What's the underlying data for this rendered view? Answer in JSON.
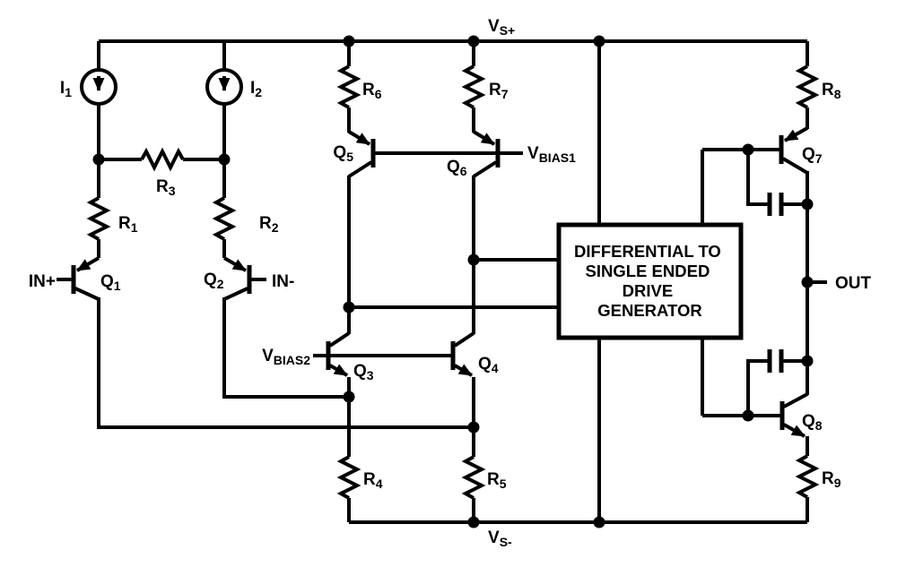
{
  "schematic": {
    "background": "#ffffff",
    "line_color": "#000000",
    "description": "Bipolar differential amplifier schematic"
  },
  "rails": {
    "vs_plus": {
      "main": "V",
      "sub": "S+"
    },
    "vs_minus": {
      "main": "V",
      "sub": "S-"
    }
  },
  "sources": {
    "i1": {
      "main": "I",
      "sub": "1"
    },
    "i2": {
      "main": "I",
      "sub": "2"
    }
  },
  "resistors": {
    "r1": {
      "main": "R",
      "sub": "1"
    },
    "r2": {
      "main": "R",
      "sub": "2"
    },
    "r3": {
      "main": "R",
      "sub": "3"
    },
    "r4": {
      "main": "R",
      "sub": "4"
    },
    "r5": {
      "main": "R",
      "sub": "5"
    },
    "r6": {
      "main": "R",
      "sub": "6"
    },
    "r7": {
      "main": "R",
      "sub": "7"
    },
    "r8": {
      "main": "R",
      "sub": "8"
    },
    "r9": {
      "main": "R",
      "sub": "9"
    }
  },
  "transistors": {
    "q1": {
      "main": "Q",
      "sub": "1"
    },
    "q2": {
      "main": "Q",
      "sub": "2"
    },
    "q3": {
      "main": "Q",
      "sub": "3"
    },
    "q4": {
      "main": "Q",
      "sub": "4"
    },
    "q5": {
      "main": "Q",
      "sub": "5"
    },
    "q6": {
      "main": "Q",
      "sub": "6"
    },
    "q7": {
      "main": "Q",
      "sub": "7"
    },
    "q8": {
      "main": "Q",
      "sub": "8"
    }
  },
  "bias": {
    "vbias1": {
      "main": "V",
      "sub": "BIAS1"
    },
    "vbias2": {
      "main": "V",
      "sub": "BIAS2"
    }
  },
  "ports": {
    "in_plus": "IN+",
    "in_minus": "IN-",
    "out": "OUT"
  },
  "generator_block": {
    "lines": [
      "DIFFERENTIAL TO",
      "SINGLE ENDED",
      "DRIVE",
      "GENERATOR"
    ]
  }
}
